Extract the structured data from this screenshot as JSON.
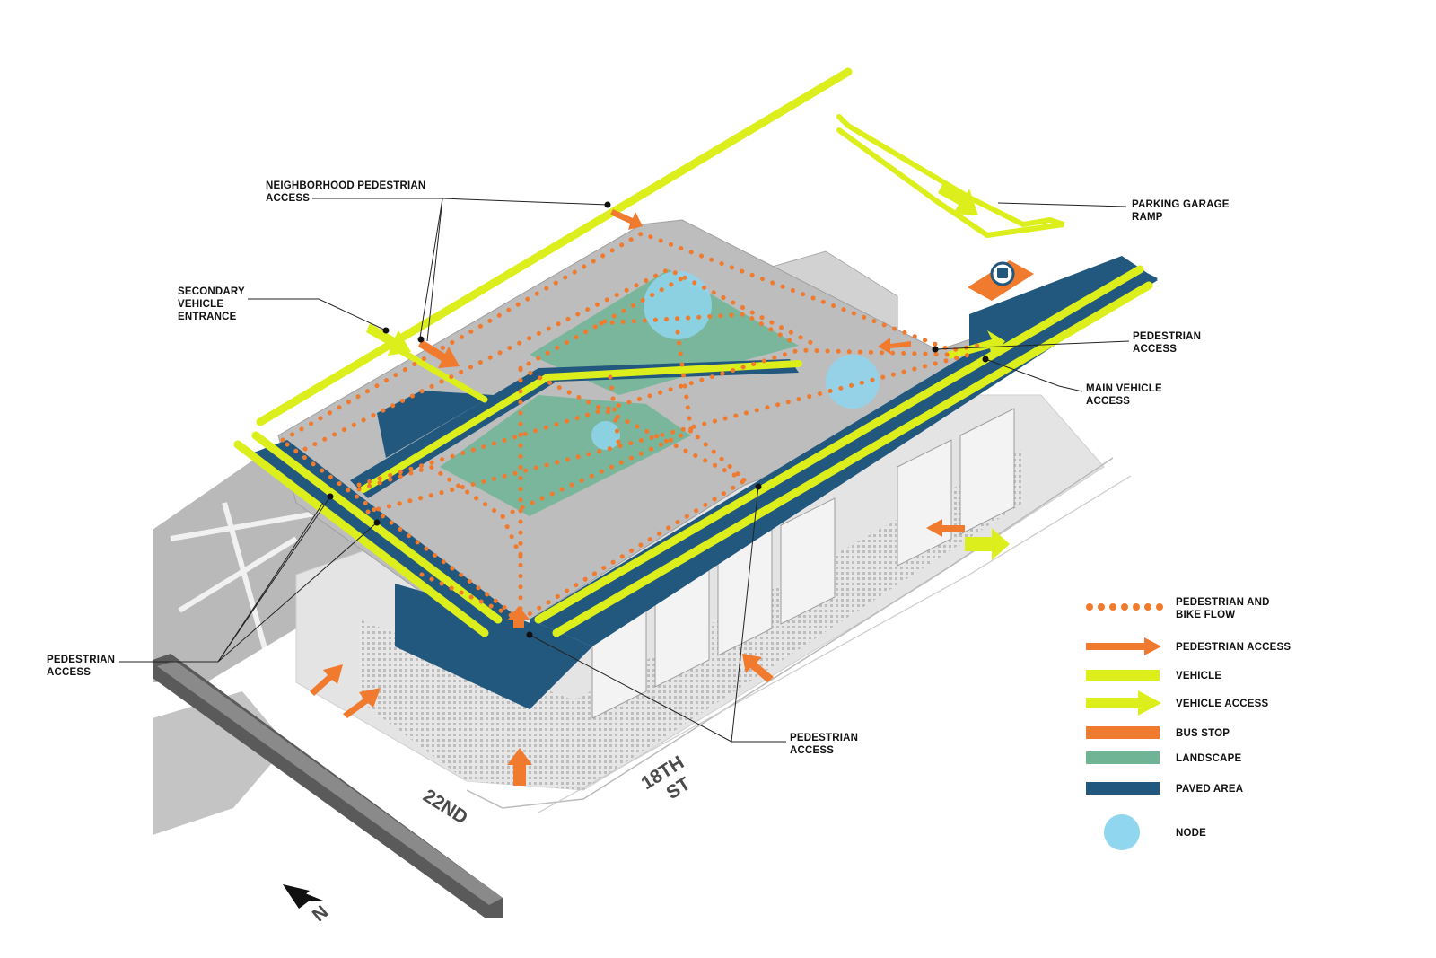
{
  "colors": {
    "pedestrian": "#f07a2e",
    "vehicle": "#dcef1c",
    "bus_stop": "#f07a2e",
    "landscape": "#6fb595",
    "paved": "#22587e",
    "node": "#8fd6ee",
    "building": "#d9d9d9",
    "shadow": "#b5b5b5"
  },
  "callouts": {
    "neighborhood_ped": [
      "NEIGHBORHOOD PEDESTRIAN",
      "ACCESS"
    ],
    "secondary_vehicle": [
      "SECONDARY",
      "VEHICLE",
      "ENTRANCE"
    ],
    "parking_ramp": [
      "PARKING GARAGE",
      "RAMP"
    ],
    "ped_access_right": [
      "PEDESTRIAN",
      "ACCESS"
    ],
    "main_vehicle": [
      "MAIN VEHICLE",
      "ACCESS"
    ],
    "ped_access_left": [
      "PEDESTRIAN",
      "ACCESS"
    ],
    "ped_access_bottom": [
      "PEDESTRIAN",
      "ACCESS"
    ]
  },
  "streets": {
    "street_22nd": "22ND",
    "street_18th": [
      "18TH",
      "ST"
    ]
  },
  "north_label": "N",
  "legend": [
    {
      "key": "ped_flow",
      "label": [
        "PEDESTRIAN AND",
        "BIKE FLOW"
      ],
      "icon": "dotted-line"
    },
    {
      "key": "ped_access",
      "label": [
        "PEDESTRIAN ACCESS"
      ],
      "icon": "orange-arrow"
    },
    {
      "key": "vehicle",
      "label": [
        "VEHICLE"
      ],
      "icon": "yellow-bar"
    },
    {
      "key": "vehicle_access",
      "label": [
        "VEHICLE ACCESS"
      ],
      "icon": "yellow-arrow"
    },
    {
      "key": "bus_stop",
      "label": [
        "BUS STOP"
      ],
      "icon": "orange-bar"
    },
    {
      "key": "landscape",
      "label": [
        "LANDSCAPE"
      ],
      "icon": "green-bar"
    },
    {
      "key": "paved",
      "label": [
        "PAVED AREA"
      ],
      "icon": "blue-bar"
    },
    {
      "key": "node",
      "label": [
        "NODE"
      ],
      "icon": "blue-circle"
    }
  ]
}
